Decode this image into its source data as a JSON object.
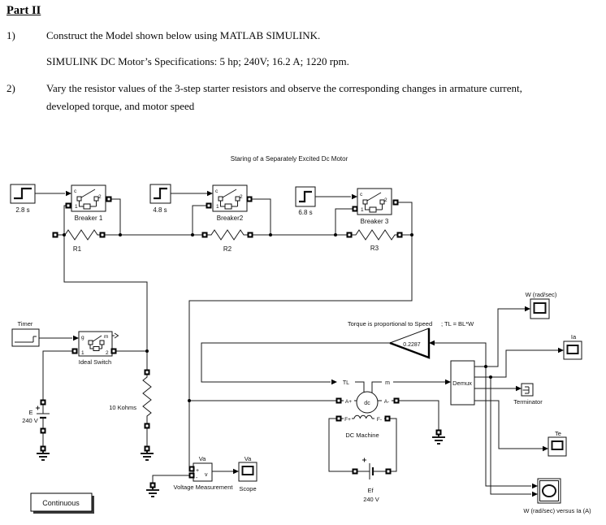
{
  "colors": {
    "ink": "#000000",
    "paper": "#ffffff"
  },
  "doc": {
    "heading": "Part II",
    "item1_num": "1)",
    "item1_line1": "Construct the Model shown below using MATLAB SIMULINK.",
    "item1_line2": "SIMULINK DC Motor’s Specifications: 5 hp; 240V; 16.2 A; 1220 rpm.",
    "item2_num": "2)",
    "item2_line1": "Vary the resistor values of the 3-step starter resistors and observe the corresponding changes in armature current,",
    "item2_line2": "developed torque, and motor speed"
  },
  "diagram": {
    "title": "Staring of a Separately Excited Dc Motor",
    "step1": "2.8 s",
    "step2": "4.8 s",
    "step3": "6.8 s",
    "breaker1": "Breaker 1",
    "breaker2": "Breaker2",
    "breaker3": "Breaker 3",
    "port_c": "c",
    "port_1": "1",
    "port_2": "2",
    "port_g": "g",
    "port_m": "m",
    "r1": "R1",
    "r2": "R2",
    "r3": "R3",
    "shunt": "10 Kohms",
    "timer": "Timer",
    "ideal_switch": "Ideal Switch",
    "e_name": "E",
    "e_value": "240 V",
    "ef_name": "Ef",
    "ef_value": "240 V",
    "continuous": "Continuous",
    "gain_value": "0.2287",
    "gain_note1": "Torque is proportional to Speed",
    "gain_note2": "; TL = BL*W",
    "tl": "TL",
    "m_port": "m",
    "dc": "dc",
    "a_plus": "A+",
    "a_minus": "A-",
    "f_plus": "F+",
    "f_minus": "F-",
    "machine": "DC Machine",
    "demux": "Demux",
    "terminator": "Terminator",
    "scope_w": "W (rad/sec)",
    "scope_ia": "Ia",
    "scope_te": "Te",
    "scope_xy": "W (rad/sec) versus Ia  (A)",
    "va_meas": "Va",
    "va_scope": "Va",
    "vm": "Voltage Measurement",
    "vm_plus": "+",
    "vm_minus": "-",
    "vm_v": "v",
    "scope": "Scope"
  }
}
